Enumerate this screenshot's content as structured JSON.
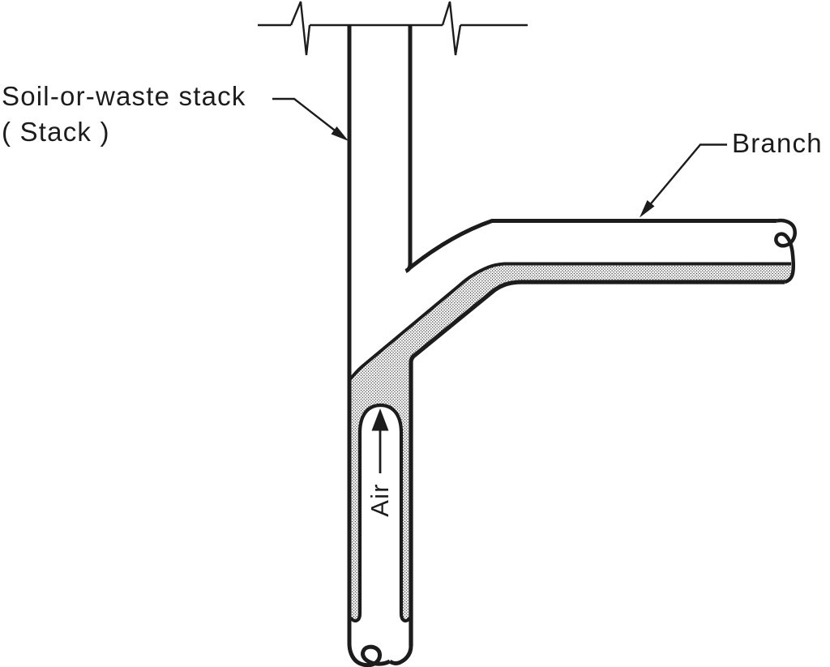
{
  "labels": {
    "stack_label_line1": "Soil-or-waste stack",
    "stack_label_line2": "( Stack )",
    "branch_label": "Branch",
    "air_label": "Air"
  },
  "colors": {
    "line": "#1c1c1c",
    "background": "#ffffff",
    "stipple_dot": "#2e2e2e"
  }
}
